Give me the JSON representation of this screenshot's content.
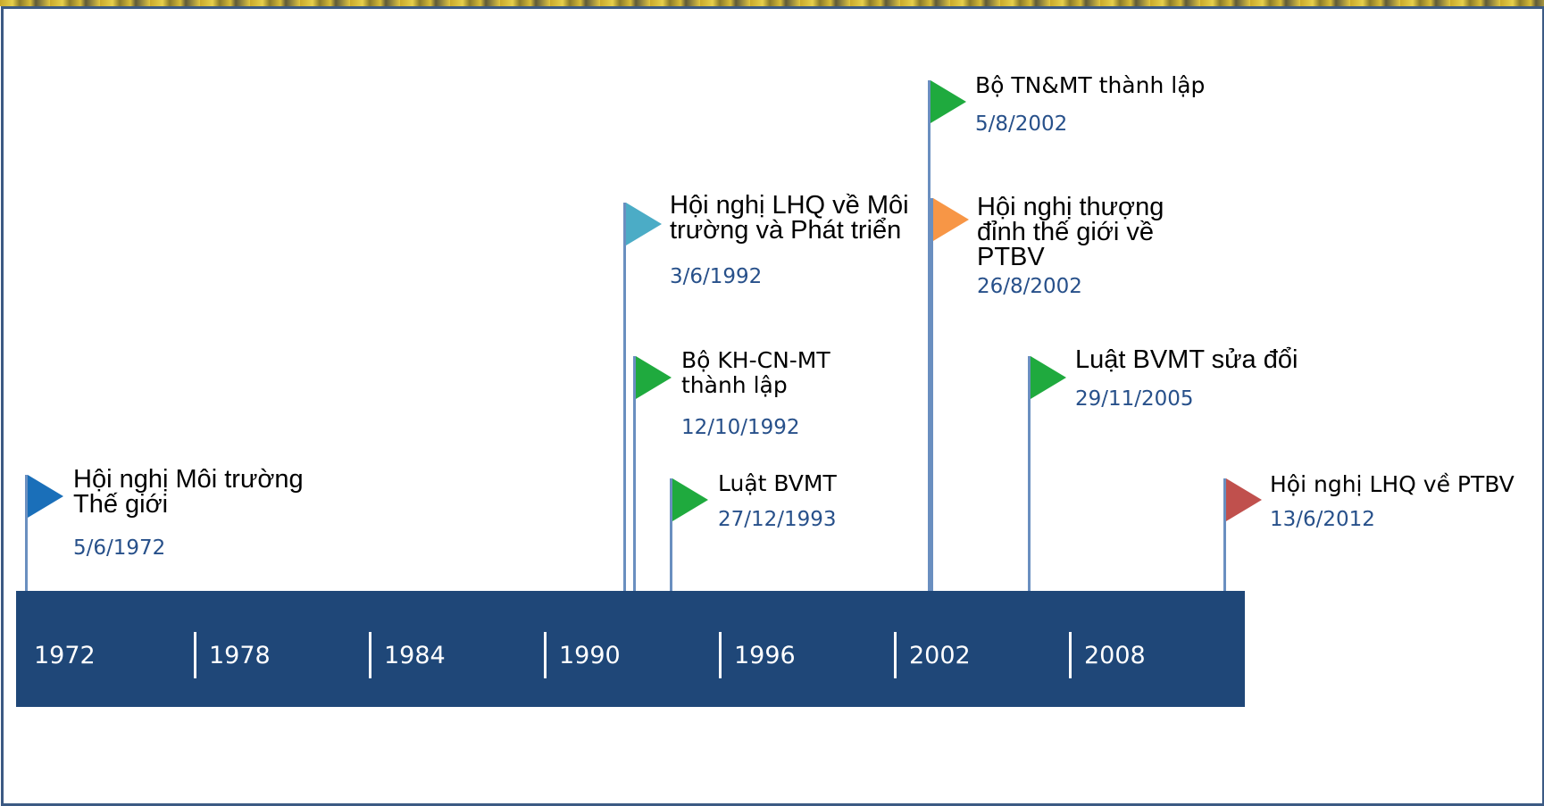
{
  "timeline": {
    "years": [
      "1972",
      "1978",
      "1984",
      "1990",
      "1996",
      "2002",
      "2008"
    ],
    "events": [
      {
        "title_lines": [
          "Hội nghị Môi trường",
          "Thế giới"
        ],
        "date": "5/6/1972",
        "flag_color": "#1a6fb9"
      },
      {
        "title_lines": [
          "Hội nghị LHQ về Môi",
          "trường và Phát triển"
        ],
        "date": "3/6/1992",
        "flag_color": "#4bacc6"
      },
      {
        "title_lines": [
          "Bộ KH-CN-MT",
          "thành lập"
        ],
        "date": "12/10/1992",
        "flag_color": "#1faa3e"
      },
      {
        "title_lines": [
          "Luật BVMT"
        ],
        "date": "27/12/1993",
        "flag_color": "#1faa3e"
      },
      {
        "title_lines": [
          "Bộ TN&MT thành lập"
        ],
        "date": "5/8/2002",
        "flag_color": "#1faa3e"
      },
      {
        "title_lines": [
          "Hội nghị thượng",
          "đỉnh thế giới về",
          "PTBV"
        ],
        "date": "26/8/2002",
        "flag_color": "#f79646"
      },
      {
        "title_lines": [
          "Luật BVMT sửa đổi"
        ],
        "date": "29/11/2005",
        "flag_color": "#1faa3e"
      },
      {
        "title_lines": [
          "Hội nghị LHQ về PTBV"
        ],
        "date": "13/6/2012",
        "flag_color": "#c0504d"
      }
    ]
  }
}
